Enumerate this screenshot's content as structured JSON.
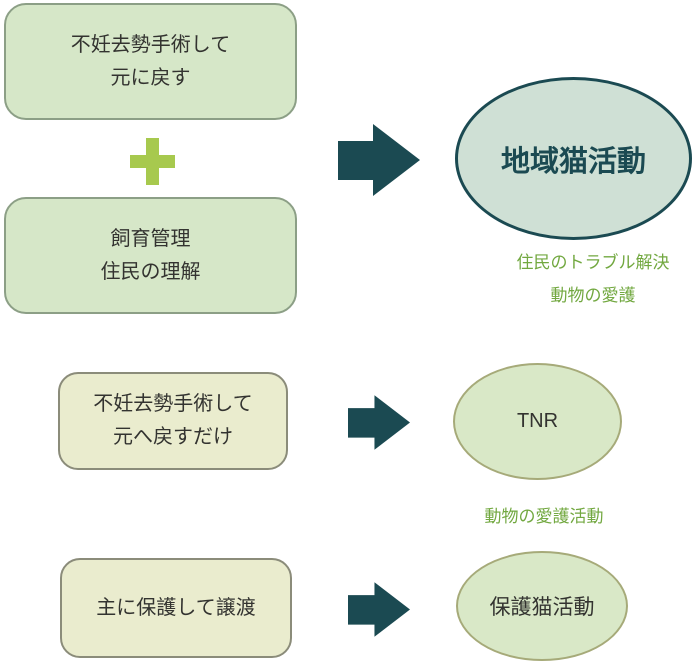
{
  "colors": {
    "accent_teal": "#1b4a52",
    "box_green_fill": "#d6e7c8",
    "box_green_border": "#8c9f86",
    "box_cream_fill": "#eaecce",
    "box_cream_border": "#8b8c7a",
    "ellipse_teal_fill": "#cfe0d5",
    "ellipse_green_fill": "#d9e8c7",
    "ellipse_green_border": "#a6aa79",
    "plus_green": "#a7c94e",
    "annotation_green": "#72a840",
    "text_dark": "#333330"
  },
  "community_row": {
    "box_top": {
      "line1": "不妊去勢手術して",
      "line2": "元に戻す"
    },
    "plus_icon": "plus",
    "box_bottom": {
      "line1": "飼育管理",
      "line2": "住民の理解"
    },
    "arrow_icon": "arrow-right",
    "result_label": "地域猫活動",
    "caption": {
      "line1": "住民のトラブル解決",
      "line2": "動物の愛護"
    }
  },
  "tnr_row": {
    "box": {
      "line1": "不妊去勢手術して",
      "line2": "元へ戻すだけ"
    },
    "arrow_icon": "arrow-right",
    "result_label": "TNR",
    "caption": "動物の愛護活動"
  },
  "rescue_row": {
    "box": {
      "line1": "主に保護して譲渡"
    },
    "arrow_icon": "arrow-right",
    "result_label": "保護猫活動"
  }
}
